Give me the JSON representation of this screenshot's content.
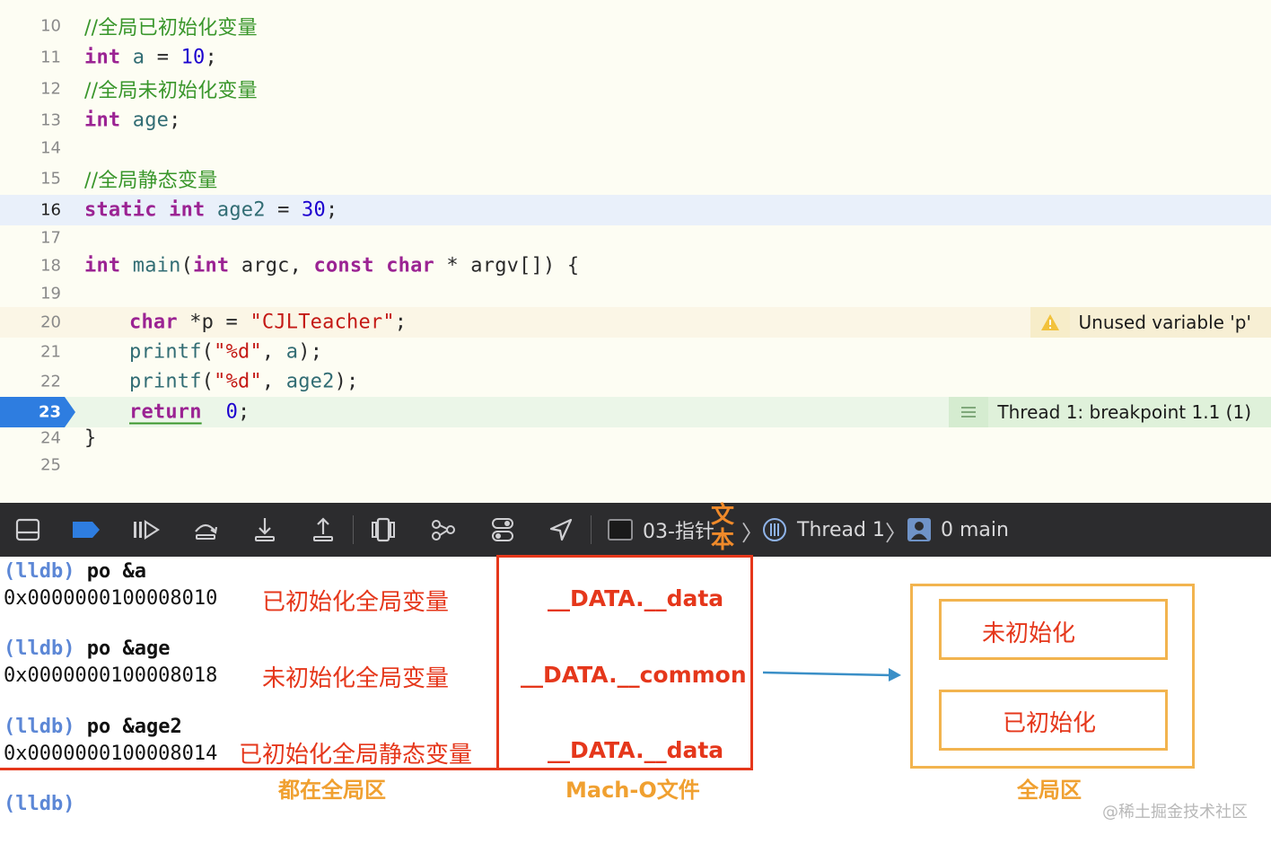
{
  "editor": {
    "lines": {
      "l10": {
        "num": "10",
        "text": "//全局已初始化变量"
      },
      "l11": {
        "num": "11",
        "kw": "int",
        "id": "a",
        "eq": " = ",
        "val": "10",
        "end": ";"
      },
      "l12": {
        "num": "12",
        "text": "//全局未初始化变量"
      },
      "l13": {
        "num": "13",
        "kw": "int",
        "id": "age",
        "end": ";"
      },
      "l14": {
        "num": "14"
      },
      "l15": {
        "num": "15",
        "text": "//全局静态变量"
      },
      "l16": {
        "num": "16",
        "kw1": "static",
        "kw2": "int",
        "id": "age2",
        "eq": " = ",
        "val": "30",
        "end": ";"
      },
      "l17": {
        "num": "17"
      },
      "l18": {
        "num": "18",
        "kw1": "int",
        "fn": "main",
        "p1": "(",
        "kw2": "int",
        "a1": " argc, ",
        "kw3": "const",
        "kw4": "char",
        "rest": " * argv[]) {"
      },
      "l19": {
        "num": "19"
      },
      "l20": {
        "num": "20",
        "kw": "char",
        "mid": " *p = ",
        "str": "\"CJLTeacher\"",
        "end": ";"
      },
      "l21": {
        "num": "21",
        "fn": "printf",
        "p": "(",
        "str": "\"%d\"",
        "mid": ", ",
        "id": "a",
        "end": ");"
      },
      "l22": {
        "num": "22",
        "fn": "printf",
        "p": "(",
        "str": "\"%d\"",
        "mid": ", ",
        "id": "age2",
        "end": ");"
      },
      "l23": {
        "num": "23",
        "kw": "return",
        "val": "0",
        "end": ";"
      },
      "l24": {
        "num": "24",
        "text": "}"
      },
      "l25": {
        "num": "25"
      }
    },
    "warning": "Unused variable 'p'",
    "breakpoint": "Thread 1: breakpoint 1.1 (1)"
  },
  "debugbar": {
    "target": "03-指针",
    "thread": "Thread 1",
    "frame": "0 main"
  },
  "console": {
    "prompt": "(lldb)",
    "cmd1": "po &a",
    "addr1": "0x0000000100008010",
    "cmd2": "po &age",
    "addr2": "0x0000000100008018",
    "cmd3": "po &age2",
    "addr3": "0x0000000100008014"
  },
  "annotations": {
    "overlay": "文本",
    "desc1": "已初始化全局变量",
    "desc2": "未初始化全局变量",
    "desc3": "已初始化全局静态变量",
    "sec1": "__DATA.__data",
    "sec2": "__DATA.__common",
    "sec3": "__DATA.__data",
    "caption_left": "都在全局区",
    "caption_mid": "Mach-O文件",
    "box_top": "未初始化",
    "box_bottom": "已初始化",
    "caption_right": "全局区"
  },
  "watermark": "@稀土掘金技术社区",
  "colors": {
    "keyword": "#9b2393",
    "number": "#1c00cf",
    "string": "#c41a16",
    "comment": "#39962b",
    "breakpoint": "#2e7de0",
    "annotation_red": "#e5371b",
    "annotation_orange": "#f2b44f"
  }
}
